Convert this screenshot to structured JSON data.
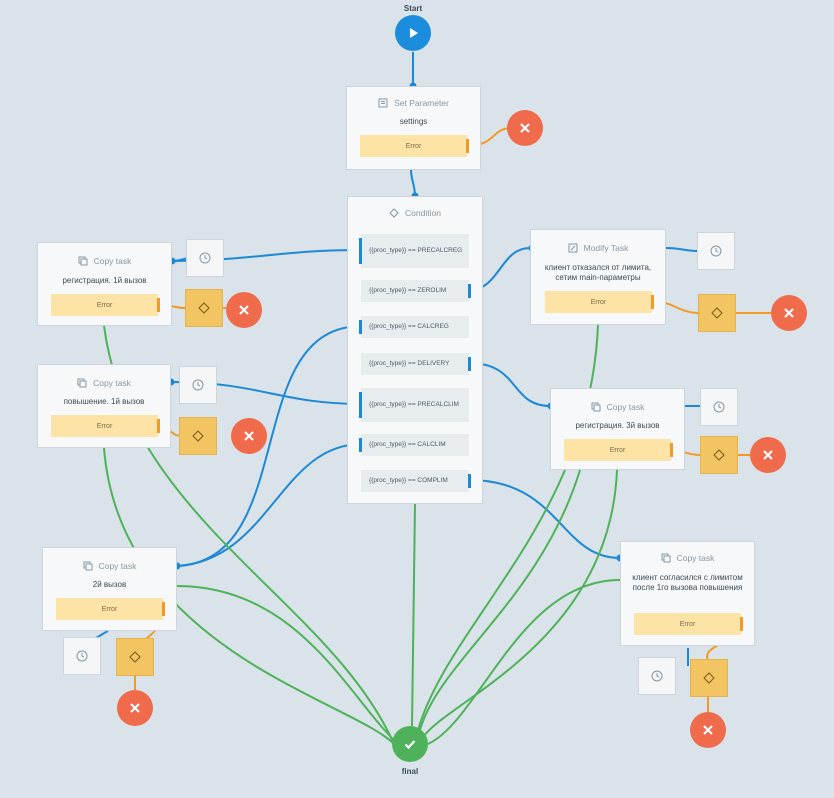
{
  "start": {
    "label": "Start"
  },
  "final": {
    "label": "final"
  },
  "set_parameter": {
    "title": "Set Parameter",
    "subtitle": "settings",
    "error": "Error"
  },
  "condition": {
    "title": "Condition",
    "rows": [
      "{{proc_type}} == PRECALCREG",
      "{{proc_type}} == ZEROLIM",
      "{{proc_type}} == CALCREG",
      "{{proc_type}} == DELIVERY",
      "{{proc_type}} == PRECALCLIM",
      "{{proc_type}} == CALCLIM",
      "{{proc_type}} == COMPLIM"
    ]
  },
  "copy_task_1": {
    "title": "Copy task",
    "subtitle": "регистрация. 1й вызов",
    "error": "Error"
  },
  "copy_task_2": {
    "title": "Copy task",
    "subtitle": "повышение. 1й вызов",
    "error": "Error"
  },
  "copy_task_3": {
    "title": "Copy task",
    "subtitle": "2й вызов",
    "error": "Error"
  },
  "modify_task": {
    "title": "Modify Task",
    "subtitle": "клиент отказался от лимита, сетим main-параметры",
    "error": "Error"
  },
  "copy_task_4": {
    "title": "Copy task",
    "subtitle": "регистрация. 3й вызов",
    "error": "Error"
  },
  "copy_task_5": {
    "title": "Copy task",
    "subtitle": "клиент согласился с лимитом после 1го вызова повышения",
    "error": "Error"
  },
  "colors": {
    "background": "#d9e3e9",
    "blue_wire": "#1d89d4",
    "green_wire": "#4fb25a",
    "orange_wire": "#f29a25",
    "error_fill": "#fde3a5",
    "gate_fill": "#f2c462",
    "stop_red": "#f06a4c",
    "start_blue": "#1b8ddc",
    "final_green": "#4fb25a"
  },
  "icons": [
    "play-icon",
    "check-icon",
    "close-icon",
    "clock-icon",
    "diamond-icon",
    "copy-icon",
    "list-icon",
    "edit-icon"
  ]
}
